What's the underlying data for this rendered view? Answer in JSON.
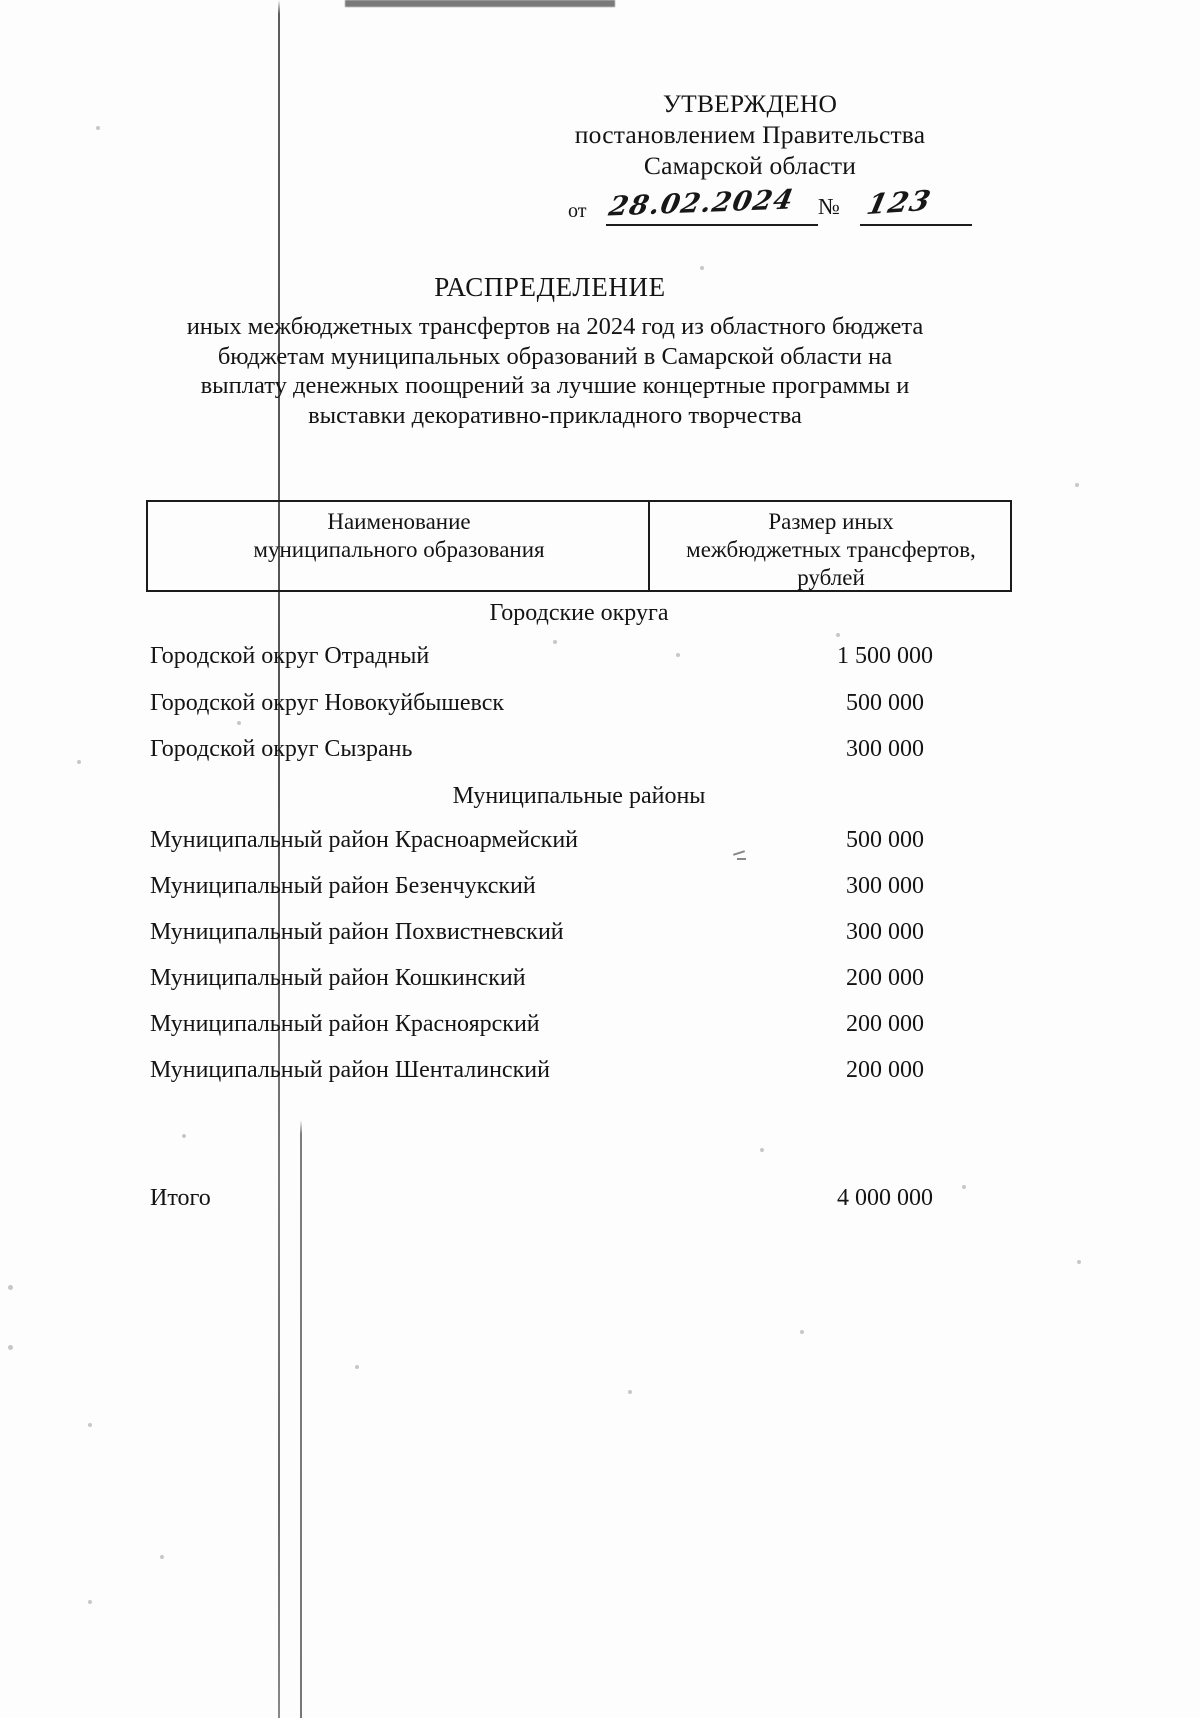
{
  "approval": {
    "heading": "УТВЕРЖДЕНО",
    "line1": "постановлением Правительства",
    "line2": "Самарской области",
    "date_label": "от",
    "date_value": "28.02.2024",
    "number_label": "№",
    "number_value": "123"
  },
  "title": {
    "heading": "РАСПРЕДЕЛЕНИЕ",
    "line1": "иных межбюджетных трансфертов на 2024 год из областного бюджета",
    "line2": "бюджетам муниципальных образований в Самарской области на",
    "line3": "выплату денежных поощрений за лучшие концертные программы и",
    "line4": "выставки декоративно-прикладного творчества"
  },
  "table": {
    "header": {
      "col1_line1": "Наименование",
      "col1_line2": "муниципального образования",
      "col2_line1": "Размер иных",
      "col2_line2": "межбюджетных трансфертов,",
      "col2_line3": "рублей"
    },
    "sections": [
      {
        "title": "Городские округа",
        "rows": [
          {
            "name": "Городской округ Отрадный",
            "amount": "1 500 000"
          },
          {
            "name": "Городской округ Новокуйбышевск",
            "amount": "500 000"
          },
          {
            "name": "Городской округ Сызрань",
            "amount": "300 000"
          }
        ]
      },
      {
        "title": "Муниципальные районы",
        "rows": [
          {
            "name": "Муниципальный район Красноармейский",
            "amount": "500 000"
          },
          {
            "name": "Муниципальный район Безенчукский",
            "amount": "300 000"
          },
          {
            "name": "Муниципальный район Похвистневский",
            "amount": "300 000"
          },
          {
            "name": "Муниципальный район Кошкинский",
            "amount": "200 000"
          },
          {
            "name": "Муниципальный район Красноярский",
            "amount": "200 000"
          },
          {
            "name": "Муниципальный район Шенталинский",
            "amount": "200 000"
          }
        ]
      }
    ],
    "total": {
      "name": "Итого",
      "amount": "4 000 000"
    }
  }
}
